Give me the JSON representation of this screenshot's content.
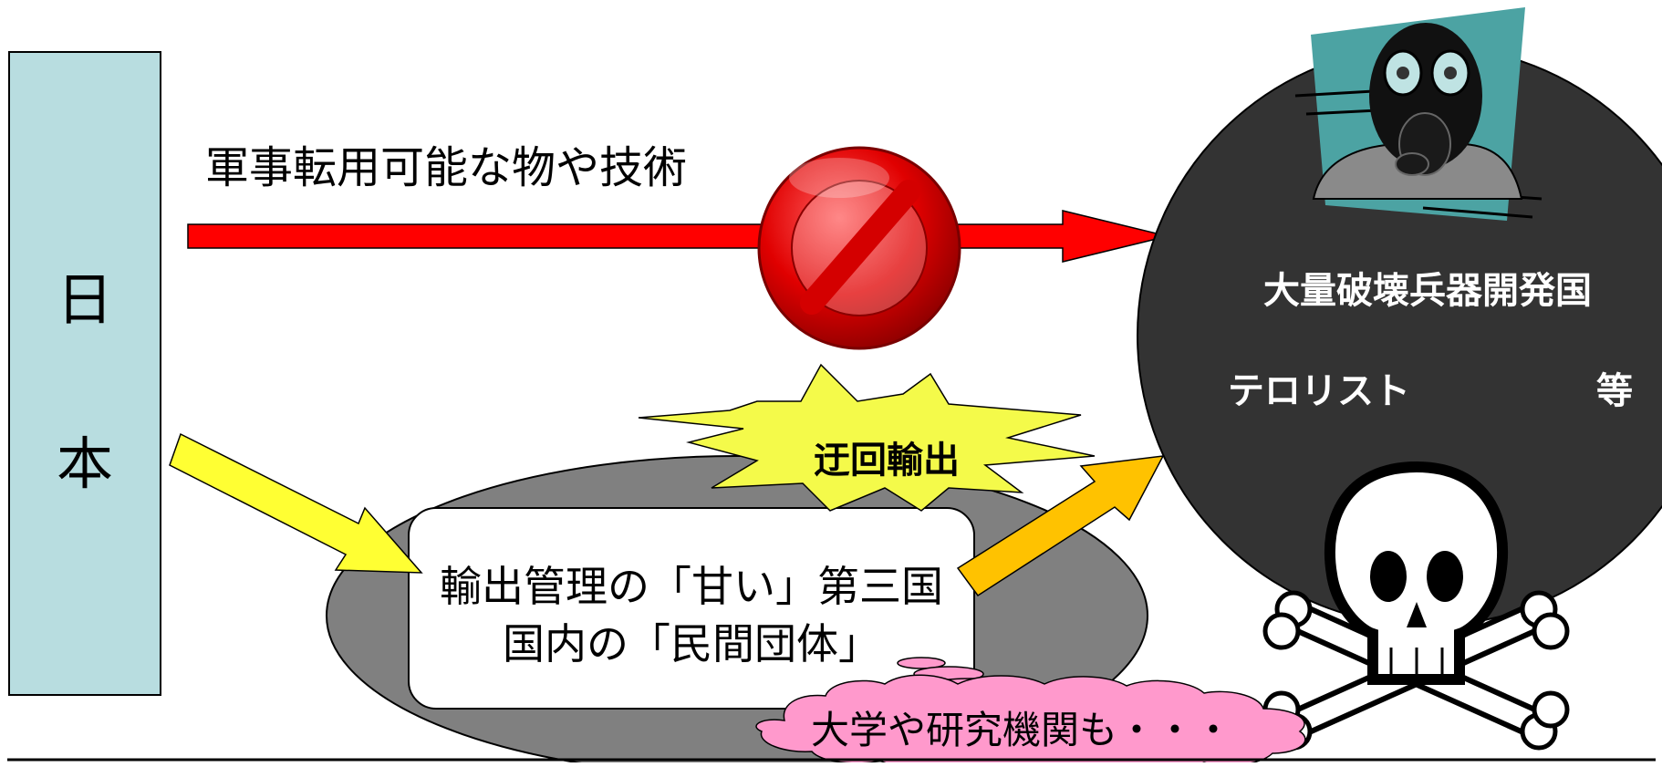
{
  "japan_label": [
    "日",
    "本"
  ],
  "direct_export_label": "軍事転用可能な物や技術",
  "detour_export_label": "迂回輸出",
  "intermediary_lines": [
    "輸出管理の「甘い」第三国",
    "国内の「民間団体」"
  ],
  "university_label": "大学や研究機関も・・・",
  "destination_lines": [
    "大量破壊兵器開発国",
    "テロリスト",
    "等"
  ],
  "colors": {
    "japan_box": "#b8dde0",
    "red_arrow": "#ff0000",
    "yellow_arrow": "#ffff33",
    "orange_arrow": "#ffc200",
    "burst": "#f4fa4a",
    "gray_ellipse": "#808080",
    "dark_circle": "#333333",
    "pink_cloud": "#ff99cc",
    "prohibition": "#d40000",
    "teal": "#4ca3a3"
  },
  "icons": [
    "prohibition-icon",
    "gas-mask-icon",
    "skull-crossbones-icon"
  ]
}
